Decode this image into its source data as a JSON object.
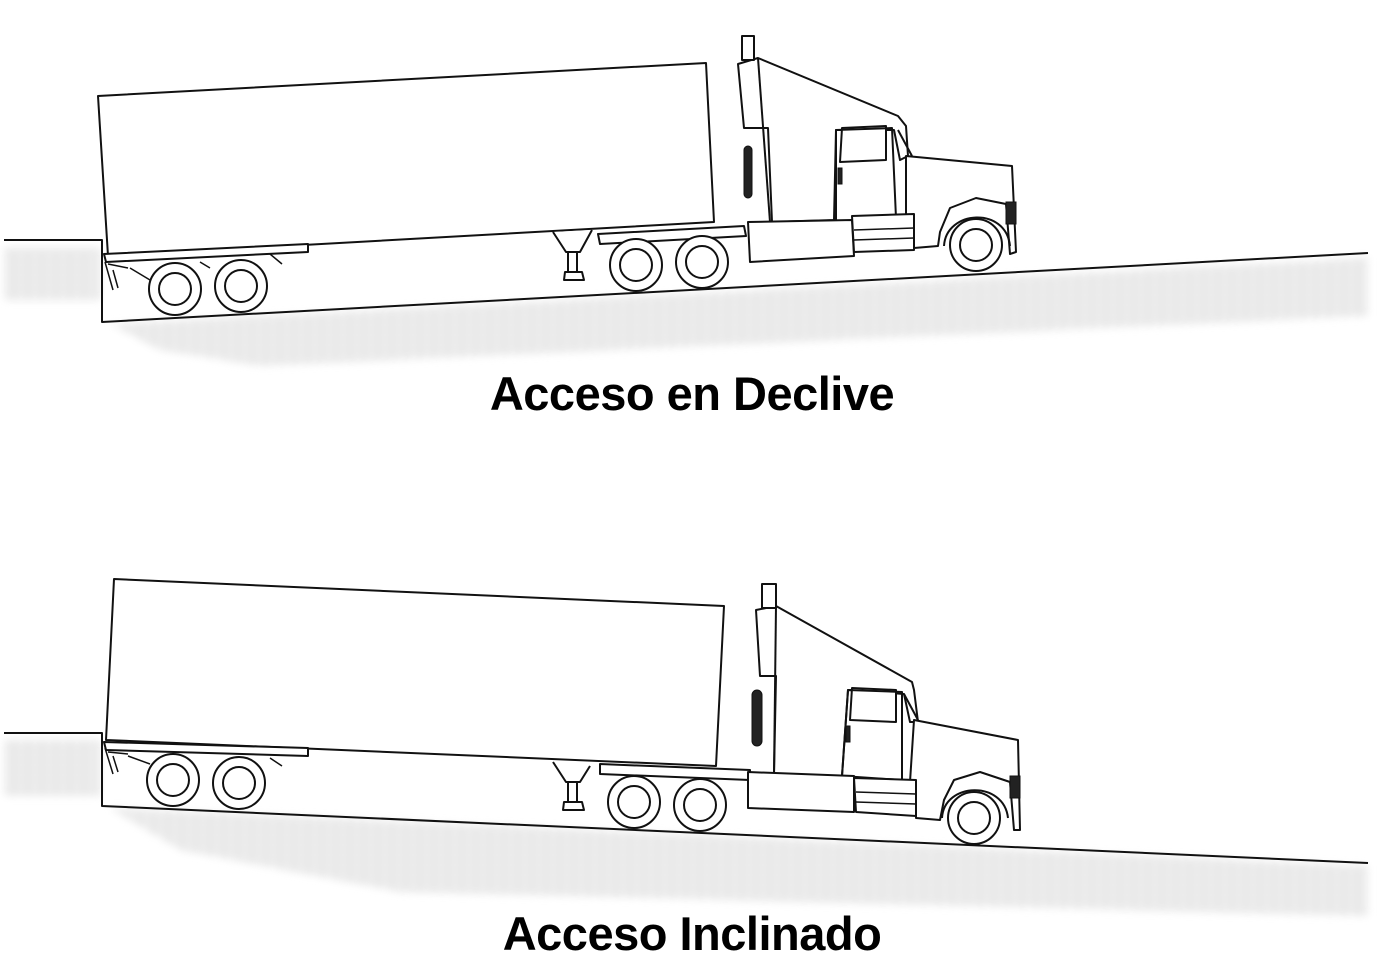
{
  "scenes": [
    {
      "id": "decline",
      "caption": "Acceso en Declive"
    },
    {
      "id": "incline",
      "caption": "Acceso Inclinado"
    }
  ],
  "colors": {
    "background": "#ffffff",
    "line": "#111111",
    "ground_shadow": "#dcdcdc"
  }
}
